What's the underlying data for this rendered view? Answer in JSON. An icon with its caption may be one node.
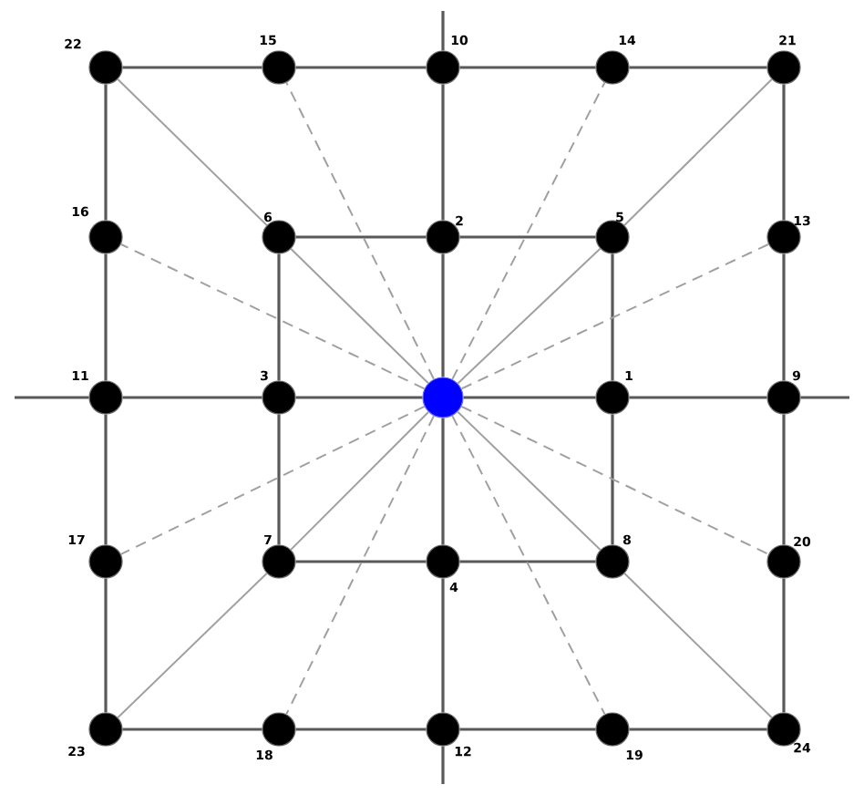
{
  "diagram": {
    "nodes": [
      {
        "text": [],
        "shape": "circle"
      },
      {
        "text": [],
        "shape": "circle",
        "beside": [
          "1"
        ]
      },
      {
        "text": [],
        "shape": "circle",
        "beside": [
          "2"
        ]
      },
      {
        "text": [],
        "shape": "circle",
        "beside": [
          "3"
        ]
      },
      {
        "text": [],
        "shape": "circle",
        "beside": [
          "4"
        ]
      },
      {
        "text": [],
        "shape": "circle",
        "beside": [
          "5"
        ]
      },
      {
        "text": [],
        "shape": "circle",
        "beside": [
          "6"
        ]
      },
      {
        "text": [],
        "shape": "circle",
        "beside": [
          "7"
        ]
      },
      {
        "text": [],
        "shape": "circle",
        "beside": [
          "8"
        ]
      },
      {
        "text": [],
        "shape": "circle",
        "beside": [
          "9"
        ]
      },
      {
        "text": [],
        "shape": "circle",
        "beside": [
          "10"
        ]
      },
      {
        "text": [],
        "shape": "circle",
        "beside": [
          "11"
        ]
      },
      {
        "text": [],
        "shape": "circle",
        "beside": [
          "12"
        ]
      },
      {
        "text": [],
        "shape": "circle",
        "beside": [
          "13"
        ]
      },
      {
        "text": [],
        "shape": "circle",
        "beside": [
          "14"
        ]
      },
      {
        "text": [],
        "shape": "circle",
        "beside": [
          "15"
        ]
      },
      {
        "text": [],
        "shape": "circle",
        "beside": [
          "16"
        ]
      },
      {
        "text": [],
        "shape": "circle",
        "beside": [
          "17"
        ]
      },
      {
        "text": [],
        "shape": "circle",
        "beside": [
          "18"
        ]
      },
      {
        "text": [],
        "shape": "circle",
        "beside": [
          "19"
        ]
      },
      {
        "text": [],
        "shape": "circle",
        "beside": [
          "20"
        ]
      },
      {
        "text": [],
        "shape": "circle",
        "beside": [
          "21"
        ]
      },
      {
        "text": [],
        "shape": "circle",
        "beside": [
          "22"
        ]
      },
      {
        "text": [],
        "shape": "circle",
        "beside": [
          "23"
        ]
      },
      {
        "text": [],
        "shape": "circle",
        "beside": [
          "24"
        ]
      }
    ],
    "edges": [
      {
        "from": 6,
        "to": 2,
        "arrow": "none"
      },
      {
        "from": 2,
        "to": 5,
        "arrow": "none"
      },
      {
        "from": 5,
        "to": 1,
        "arrow": "none"
      },
      {
        "from": 1,
        "to": 8,
        "arrow": "none"
      },
      {
        "from": 8,
        "to": 4,
        "arrow": "none"
      },
      {
        "from": 4,
        "to": 7,
        "arrow": "none"
      },
      {
        "from": 7,
        "to": 3,
        "arrow": "none"
      },
      {
        "from": 3,
        "to": 6,
        "arrow": "none"
      },
      {
        "from": 22,
        "to": 15,
        "arrow": "none"
      },
      {
        "from": 15,
        "to": 10,
        "arrow": "none"
      },
      {
        "from": 10,
        "to": 14,
        "arrow": "none"
      },
      {
        "from": 14,
        "to": 21,
        "arrow": "none"
      },
      {
        "from": 21,
        "to": 13,
        "arrow": "none"
      },
      {
        "from": 13,
        "to": 9,
        "arrow": "none"
      },
      {
        "from": 9,
        "to": 20,
        "arrow": "none"
      },
      {
        "from": 20,
        "to": 24,
        "arrow": "none"
      },
      {
        "from": 24,
        "to": 19,
        "arrow": "none"
      },
      {
        "from": 19,
        "to": 12,
        "arrow": "none"
      },
      {
        "from": 12,
        "to": 18,
        "arrow": "none"
      },
      {
        "from": 18,
        "to": 23,
        "arrow": "none"
      },
      {
        "from": 23,
        "to": 17,
        "arrow": "none"
      },
      {
        "from": 17,
        "to": 11,
        "arrow": "none"
      },
      {
        "from": 11,
        "to": 16,
        "arrow": "none"
      },
      {
        "from": 16,
        "to": 22,
        "arrow": "none"
      },
      {
        "from": 10,
        "to": 2,
        "arrow": "none"
      },
      {
        "from": 2,
        "to": 0,
        "arrow": "none"
      },
      {
        "from": 0,
        "to": 4,
        "arrow": "none"
      },
      {
        "from": 4,
        "to": 12,
        "arrow": "none"
      },
      {
        "from": 11,
        "to": 3,
        "arrow": "none"
      },
      {
        "from": 3,
        "to": 0,
        "arrow": "none"
      },
      {
        "from": 0,
        "to": 1,
        "arrow": "none"
      },
      {
        "from": 1,
        "to": 9,
        "arrow": "none"
      },
      {
        "from": null,
        "to": 10,
        "arrow": "none"
      },
      {
        "from": 12,
        "to": null,
        "arrow": "none"
      },
      {
        "from": null,
        "to": 11,
        "arrow": "none"
      },
      {
        "from": 9,
        "to": null,
        "arrow": "none"
      },
      {
        "from": 0,
        "to": 6,
        "arrow": "none",
        "color": "#a0a0a0"
      },
      {
        "from": 6,
        "to": 22,
        "arrow": "none",
        "color": "#a0a0a0"
      },
      {
        "from": 0,
        "to": 5,
        "arrow": "none",
        "color": "#a0a0a0"
      },
      {
        "from": 5,
        "to": 21,
        "arrow": "none",
        "color": "#a0a0a0"
      },
      {
        "from": 0,
        "to": 7,
        "arrow": "none",
        "color": "#a0a0a0"
      },
      {
        "from": 7,
        "to": 23,
        "arrow": "none",
        "color": "#a0a0a0"
      },
      {
        "from": 0,
        "to": 8,
        "arrow": "none",
        "color": "#a0a0a0"
      },
      {
        "from": 8,
        "to": 24,
        "arrow": "none",
        "color": "#a0a0a0"
      },
      {
        "from": 0,
        "to": 15,
        "arrow": "none",
        "style": "dashed",
        "color": "#a0a0a0"
      },
      {
        "from": 0,
        "to": 14,
        "arrow": "none",
        "style": "dashed",
        "color": "#a0a0a0"
      },
      {
        "from": 0,
        "to": 13,
        "arrow": "none",
        "style": "dashed",
        "color": "#a0a0a0"
      },
      {
        "from": 0,
        "to": 20,
        "arrow": "none",
        "style": "dashed",
        "color": "#a0a0a0"
      },
      {
        "from": 0,
        "to": 19,
        "arrow": "none",
        "style": "dashed",
        "color": "#a0a0a0"
      },
      {
        "from": 0,
        "to": 18,
        "arrow": "none",
        "style": "dashed",
        "color": "#a0a0a0"
      },
      {
        "from": 0,
        "to": 17,
        "arrow": "none",
        "style": "dashed",
        "color": "#a0a0a0"
      },
      {
        "from": 0,
        "to": 16,
        "arrow": "none",
        "style": "dashed",
        "color": "#a0a0a0"
      }
    ]
  }
}
